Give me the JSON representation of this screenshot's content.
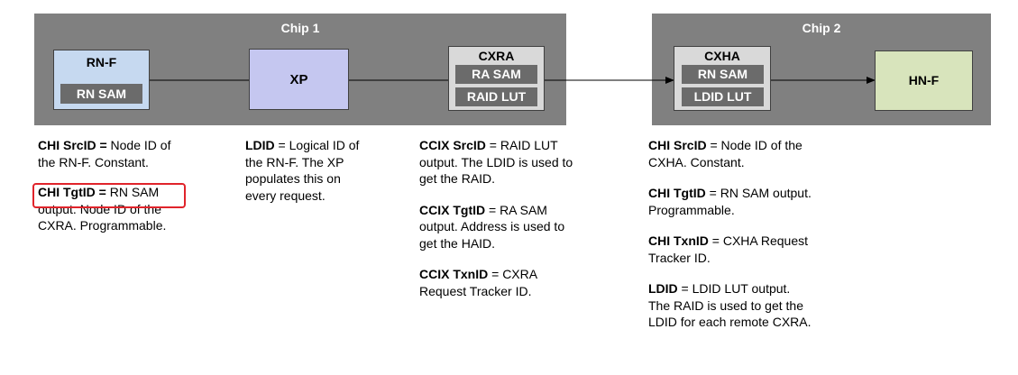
{
  "chip1": {
    "title": "Chip 1"
  },
  "chip2": {
    "title": "Chip 2"
  },
  "rnf": {
    "title": "RN-F",
    "inner": "RN SAM"
  },
  "xp": {
    "title": "XP"
  },
  "cxra": {
    "title": "CXRA",
    "inner1": "RA SAM",
    "inner2": "RAID LUT"
  },
  "cxha": {
    "title": "CXHA",
    "inner1": "RN SAM",
    "inner2": "LDID LUT"
  },
  "hnf": {
    "title": "HN-F"
  },
  "notes": {
    "col1": [
      {
        "term": "CHI SrcID =",
        "text": " Node ID of the RN-F. Constant."
      },
      {
        "term": "CHI TgtID =",
        "text": " RN SAM output. Node ID of the CXRA. Programmable."
      }
    ],
    "col2": [
      {
        "term": "LDID",
        "text": " = Logical ID of the RN-F. The XP populates this on every request."
      }
    ],
    "col3": [
      {
        "term": "CCIX SrcID",
        "text": " = RAID LUT output. The LDID is used to get the RAID."
      },
      {
        "term": "CCIX TgtID",
        "text": " = RA SAM output. Address is used to get the HAID."
      },
      {
        "term": "CCIX TxnID",
        "text": " = CXRA Request Tracker ID."
      }
    ],
    "col4": [
      {
        "term": "CHI SrcID",
        "text": " = Node ID of the CXHA. Constant."
      },
      {
        "term": "CHI TgtID",
        "text": " = RN SAM output. Programmable."
      },
      {
        "term": "CHI TxnID",
        "text": " = CXHA Request Tracker ID."
      },
      {
        "term": "LDID",
        "text": " = LDID LUT output. The RAID is used to get the LDID for each remote CXRA."
      }
    ]
  },
  "colors": {
    "chip_bg": "#808080",
    "rnf_fill": "#c6d9f0",
    "xp_fill": "#c5c7f0",
    "cxra_fill": "#d9d9d9",
    "hnf_fill": "#d8e4bc",
    "highlight": "#e0242b"
  }
}
